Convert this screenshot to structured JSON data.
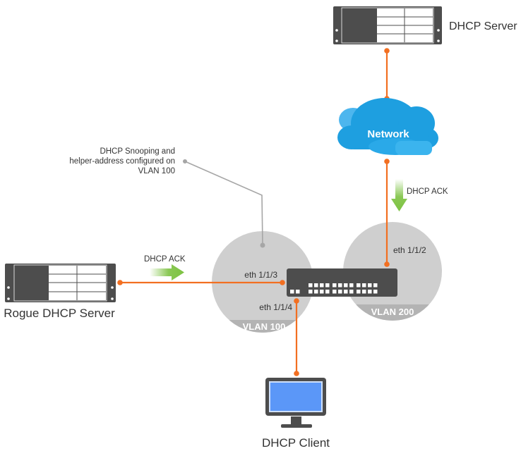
{
  "title": "DHCP Snooping topology",
  "nodes": {
    "dhcp_server": {
      "label": "DHCP Server",
      "icon": "server-rack-icon"
    },
    "network": {
      "label": "Network",
      "icon": "cloud-icon"
    },
    "rogue_server": {
      "label": "Rogue DHCP Server",
      "icon": "server-rack-icon"
    },
    "switch": {
      "icon": "switch-icon"
    },
    "client": {
      "label": "DHCP Client",
      "icon": "monitor-icon"
    }
  },
  "vlans": [
    {
      "label": "VLAN 100"
    },
    {
      "label": "VLAN 200"
    }
  ],
  "ports": {
    "eth3": "eth 1/1/3",
    "eth4": "eth 1/1/4",
    "eth2": "eth 1/1/2"
  },
  "flows": [
    {
      "label": "DHCP ACK",
      "direction": "right",
      "from": "Rogue DHCP Server"
    },
    {
      "label": "DHCP ACK",
      "direction": "down",
      "from": "Network"
    }
  ],
  "annotation": {
    "lines": [
      "DHCP Snooping and",
      "helper-address configured on",
      "VLAN 100"
    ]
  },
  "colors": {
    "link": "#f26f21",
    "vlan_circle": "#cfcfcf",
    "vlan_band": "#b3b3b3",
    "device": "#4d4d4d",
    "cloud": "#1e9fe0",
    "arrow": "#7dc242",
    "screen": "#5b97f8",
    "annotation_line": "#a6a6a6"
  }
}
